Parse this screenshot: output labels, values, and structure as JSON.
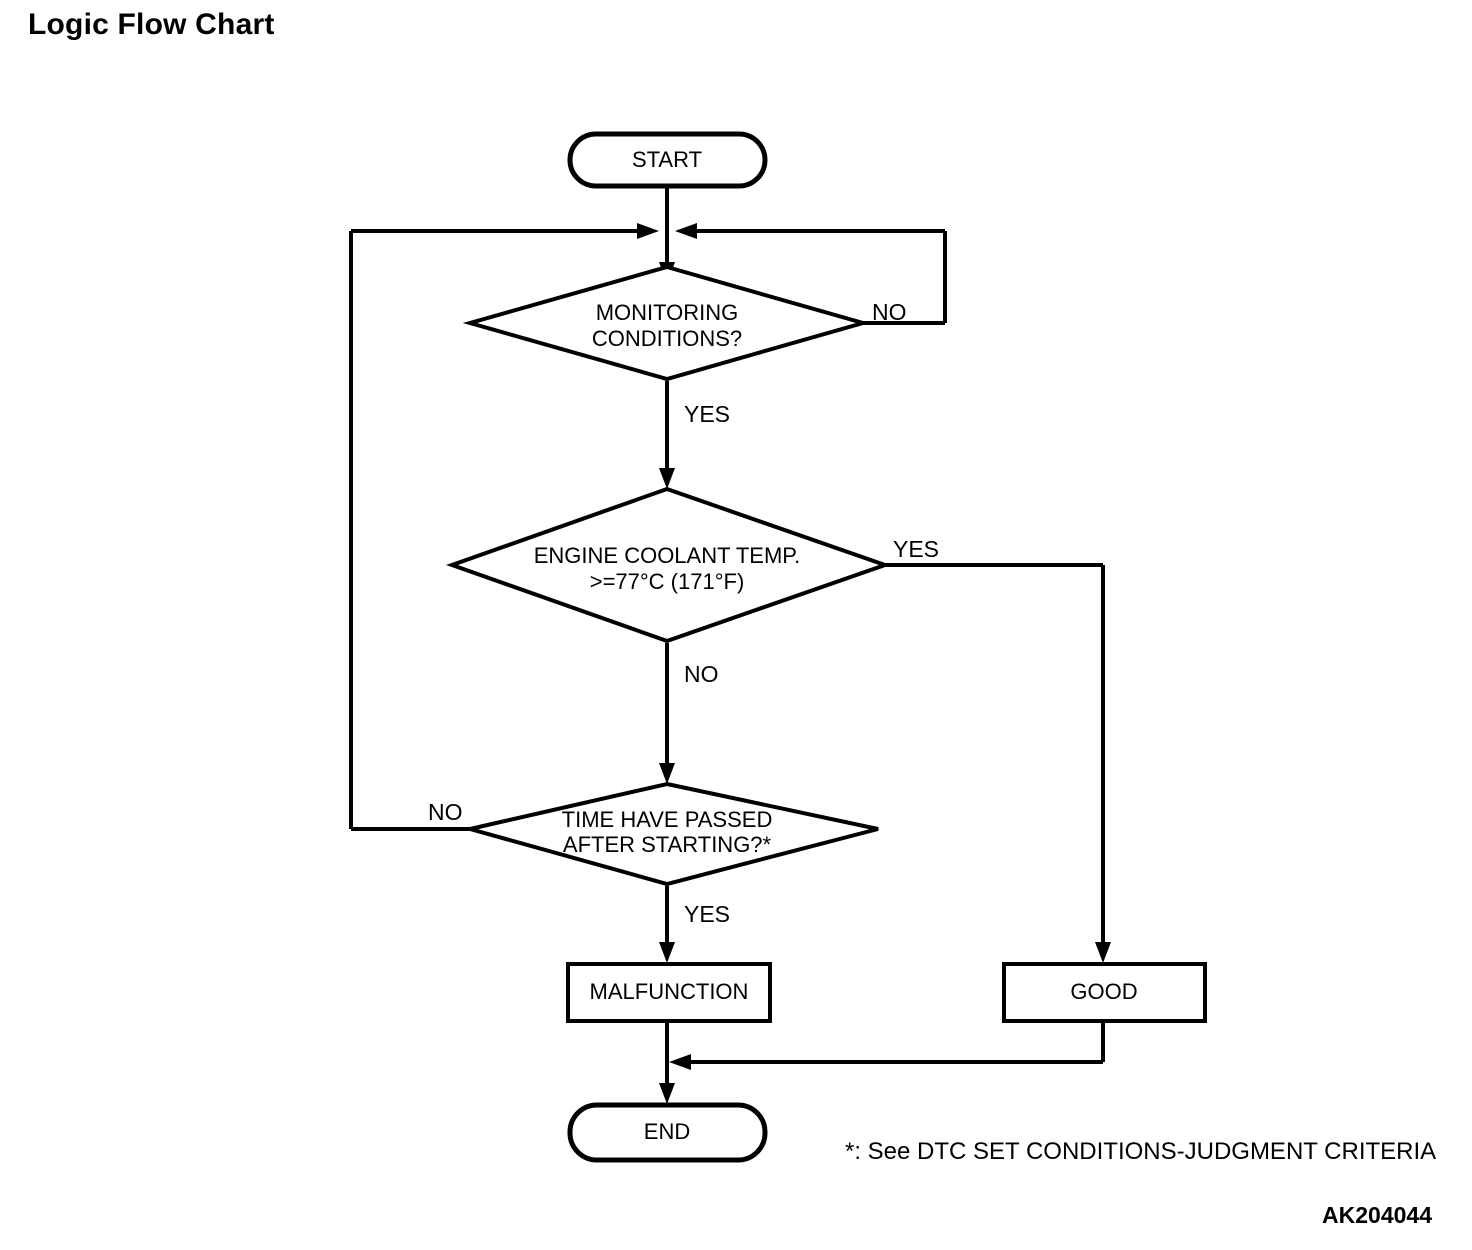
{
  "page": {
    "title": "Logic Flow Chart",
    "figure_code": "AK204044",
    "footnote": "*: See DTC SET CONDITIONS-JUDGMENT CRITERIA"
  },
  "chart_data": {
    "type": "diagram",
    "diagram_kind": "flowchart",
    "title": "Logic Flow Chart",
    "nodes": [
      {
        "id": "start",
        "shape": "terminator",
        "label": "START"
      },
      {
        "id": "monitoring",
        "shape": "decision",
        "label_line1": "MONITORING",
        "label_line2": "CONDITIONS?"
      },
      {
        "id": "coolant",
        "shape": "decision",
        "label_line1": "ENGINE COOLANT TEMP.",
        "label_line2": ">=77°C (171°F)"
      },
      {
        "id": "time",
        "shape": "decision",
        "label_line1": "TIME HAVE PASSED",
        "label_line2": "AFTER STARTING?*"
      },
      {
        "id": "malfunction",
        "shape": "process",
        "label": "MALFUNCTION"
      },
      {
        "id": "good",
        "shape": "process",
        "label": "GOOD"
      },
      {
        "id": "end",
        "shape": "terminator",
        "label": "END"
      }
    ],
    "edges": [
      {
        "from": "start",
        "to": "monitoring",
        "label": ""
      },
      {
        "from": "monitoring",
        "to": "monitoring_loop",
        "label": "NO"
      },
      {
        "from": "monitoring",
        "to": "coolant",
        "label": "YES"
      },
      {
        "from": "coolant",
        "to": "good",
        "label": "YES"
      },
      {
        "from": "coolant",
        "to": "time",
        "label": "NO"
      },
      {
        "from": "time",
        "to": "monitoring_loop",
        "label": "NO"
      },
      {
        "from": "time",
        "to": "malfunction",
        "label": "YES"
      },
      {
        "from": "malfunction",
        "to": "end",
        "label": ""
      },
      {
        "from": "good",
        "to": "end",
        "label": ""
      }
    ]
  },
  "nodes": {
    "start": {
      "label": "START"
    },
    "monitoring": {
      "line1": "MONITORING",
      "line2": "CONDITIONS?"
    },
    "coolant": {
      "line1": "ENGINE COOLANT TEMP.",
      "line2": ">=77°C (171°F)"
    },
    "time": {
      "line1": "TIME HAVE PASSED",
      "line2": "AFTER STARTING?*"
    },
    "malfunction": {
      "label": "MALFUNCTION"
    },
    "good": {
      "label": "GOOD"
    },
    "end": {
      "label": "END"
    }
  },
  "labels": {
    "monitoring_no": "NO",
    "monitoring_yes": "YES",
    "coolant_yes": "YES",
    "coolant_no": "NO",
    "time_no": "NO",
    "time_yes": "YES"
  },
  "colors": {
    "stroke": "#000000",
    "fill": "#ffffff",
    "text": "#000000"
  }
}
